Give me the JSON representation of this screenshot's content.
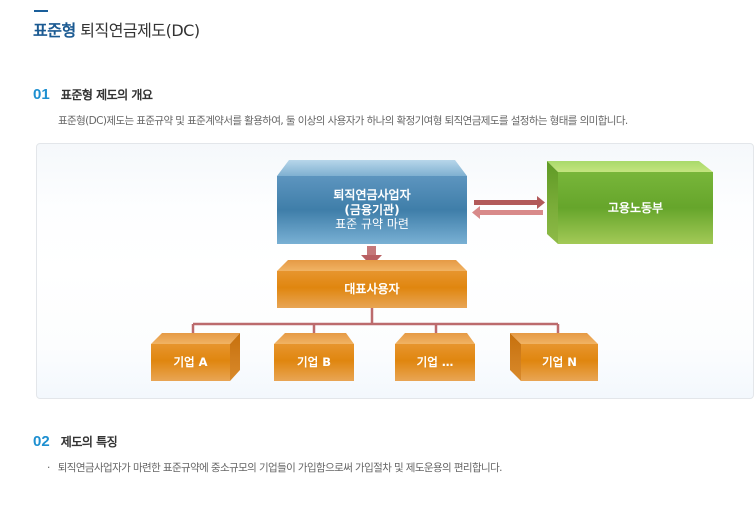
{
  "page": {
    "title_accent": "표준형",
    "title_rest": "퇴직연금제도(DC)"
  },
  "sections": [
    {
      "number": "01",
      "title": "표준형 제도의 개요",
      "description": "표준형(DC)제도는 표준규약 및 표준계약서를 활용하여, 둘 이상의 사용자가 하나의 확정기여형 퇴직연금제도를 설정하는 형태를 의미합니다."
    },
    {
      "number": "02",
      "title": "제도의 특징",
      "bullets": [
        "퇴직연금사업자가 마련한 표준규약에 중소규모의 기업들이 가입함으로써 가입절차 및 제도운용의 편리합니다."
      ]
    }
  ],
  "diagram": {
    "provider": {
      "line1": "퇴직연금사업자",
      "line2": "(금융기관)",
      "line3": "표준 규약 마련"
    },
    "ministry": "고용노동부",
    "representative": "대표사용자",
    "companies": [
      "기업 A",
      "기업 B",
      "기업 …",
      "기업 N"
    ],
    "colors": {
      "provider": "#4a8ab5",
      "ministry": "#72ad34",
      "orange": "#e38a1c",
      "connector": "#b86a6a"
    }
  }
}
